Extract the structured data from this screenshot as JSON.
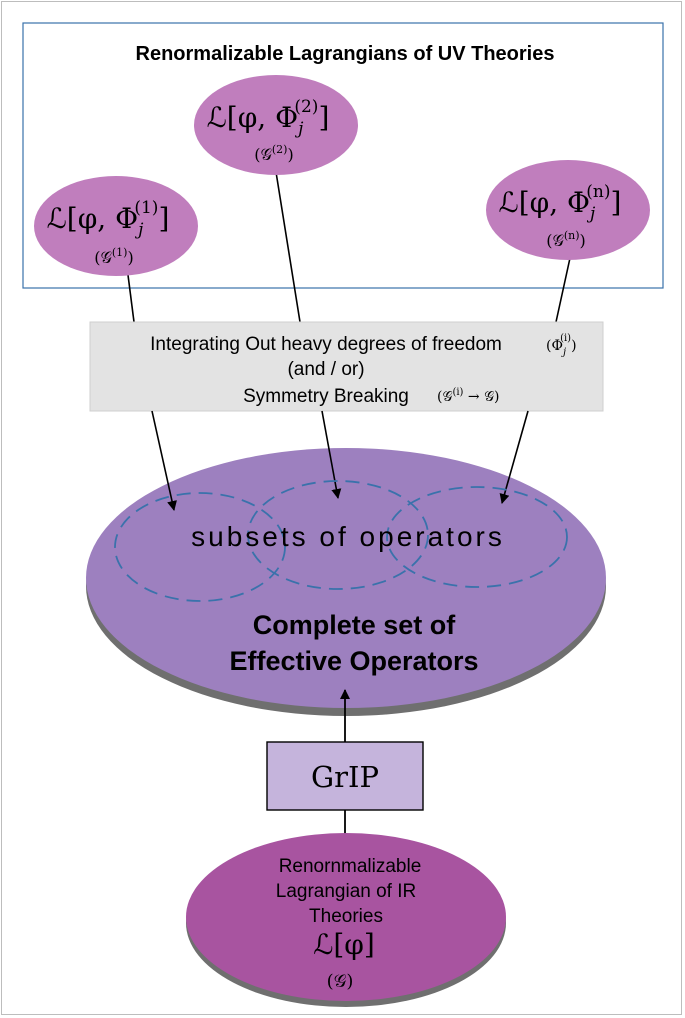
{
  "uv_box": {
    "title": "Renormalizable Lagrangians of UV Theories",
    "border_color": "#3a72ab"
  },
  "uv_theories": [
    {
      "lagrangian": {
        "prefix": "ℒ[φ, Φ",
        "sub": "j",
        "sup": "(1)",
        "suffix": "]"
      },
      "group": {
        "base": "(𝒢",
        "sup": "(1)",
        "suffix": ")"
      }
    },
    {
      "lagrangian": {
        "prefix": "ℒ[φ, Φ",
        "sub": "j",
        "sup": "(2)",
        "suffix": "]"
      },
      "group": {
        "base": "(𝒢",
        "sup": "(2)",
        "suffix": ")"
      }
    },
    {
      "lagrangian": {
        "prefix": "ℒ[φ, Φ",
        "sub": "j",
        "sup": "(n)",
        "suffix": "]"
      },
      "group": {
        "base": "(𝒢",
        "sup": "(n)",
        "suffix": ")"
      }
    }
  ],
  "process_box": {
    "line1": "Integrating Out heavy degrees of freedom",
    "line1_math": {
      "prefix": "(Φ",
      "sub": "j",
      "sup": "(i)",
      "suffix": ")"
    },
    "line2": "(and / or)",
    "line3": "Symmetry Breaking",
    "line3_math": {
      "prefix": "(𝒢",
      "sup": "(i)",
      "suffix": " → 𝒢)"
    }
  },
  "effective": {
    "subsets_label": "subsets of operators",
    "title_line1": "Complete set of",
    "title_line2": "Effective Operators"
  },
  "grip": {
    "label": "GrIP"
  },
  "ir_theory": {
    "line1": "Renornmalizable",
    "line2": "Lagrangian of IR",
    "line3": "Theories",
    "lagrangian": "ℒ[φ]",
    "group": "(𝒢)"
  },
  "colors": {
    "uv_ellipse": "#c07ebd",
    "process_fill": "#e3e3e3",
    "effective_fill": "#9d80bf",
    "subset_dash": "#3a72ab",
    "grip_fill": "#c5b4dc",
    "ir_ellipse": "#a854a0",
    "shadow": "#6f6f6f"
  }
}
